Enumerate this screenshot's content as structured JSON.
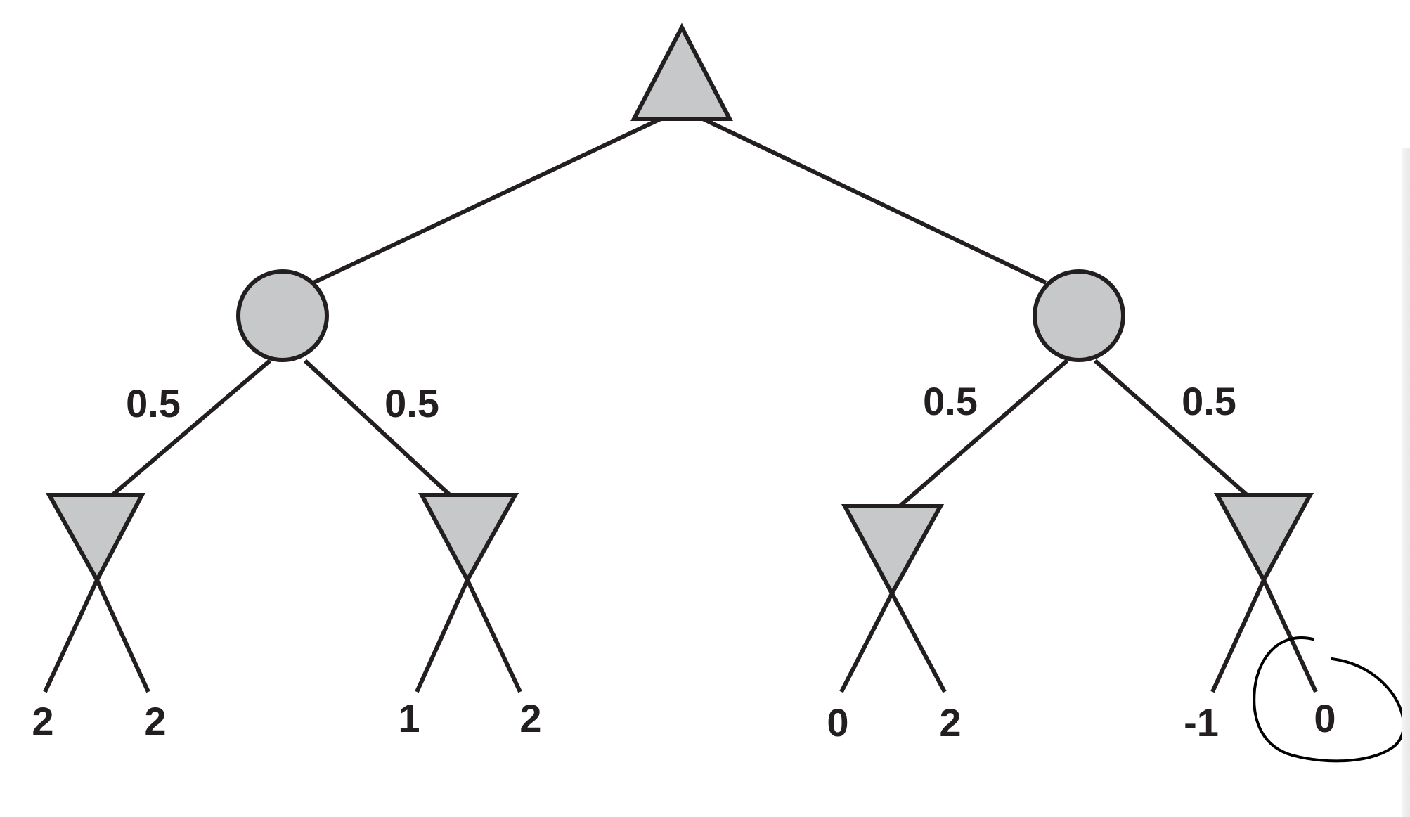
{
  "colors": {
    "node_fill": "#c6c8c9",
    "line": "#231f20",
    "background": "#ffffff",
    "annotation_ink": "#000000"
  },
  "tree": {
    "root": {
      "shape": "max-triangle-up"
    },
    "chance_nodes": [
      {
        "shape": "chance-circle"
      },
      {
        "shape": "chance-circle"
      }
    ],
    "probabilities": [
      "0.5",
      "0.5",
      "0.5",
      "0.5"
    ],
    "min_nodes": [
      {
        "shape": "min-triangle-down"
      },
      {
        "shape": "min-triangle-down"
      },
      {
        "shape": "min-triangle-down"
      },
      {
        "shape": "min-triangle-down"
      }
    ],
    "leaves": [
      "2",
      "2",
      "1",
      "2",
      "0",
      "2",
      "-1",
      "0"
    ]
  },
  "annotation": {
    "shape": "hand-drawn-circle",
    "target_leaf": 7
  }
}
